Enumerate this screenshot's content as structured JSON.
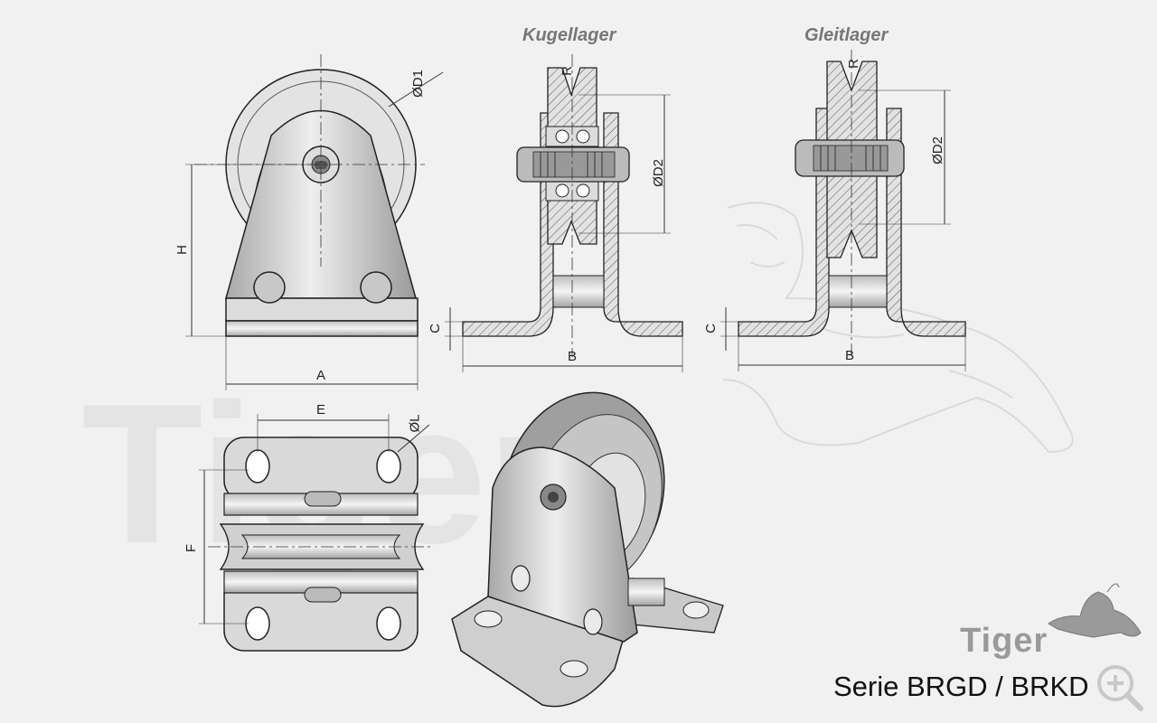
{
  "headings": {
    "ball_bearing": "Kugellager",
    "plain_bearing": "Gleitlager"
  },
  "dimensions": {
    "d1": "ØD1",
    "h": "H",
    "a": "A",
    "r_ball": "R",
    "d2_ball": "ØD2",
    "c_ball": "C",
    "b_ball": "B",
    "r_plain": "R",
    "d2_plain": "ØD2",
    "c_plain": "C",
    "b_plain": "B",
    "e": "E",
    "l": "ØL",
    "f": "F"
  },
  "watermark_text": "Tiger",
  "brand": "Tiger",
  "series_label": "Serie BRGD / BRKD",
  "icons": {
    "zoom": "zoom-in-icon",
    "tiger": "tiger-logo-icon"
  },
  "colors": {
    "line": "#222222",
    "dim": "#333333",
    "metal": "#d6d6d6",
    "bg": "#f1f1f1",
    "hatch": "#555555"
  }
}
